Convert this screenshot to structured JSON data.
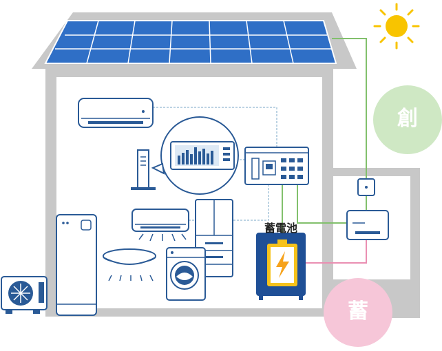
{
  "labels": {
    "create": "創",
    "store": "蓄",
    "battery": "蓄電池"
  },
  "colors": {
    "house_gray": "#c8c8c8",
    "solar_blue": "#2f6fc6",
    "appliance_blue": "#2a5a96",
    "battery_blue": "#1f4f96",
    "battery_yellow": "#f6c21b",
    "sun_yellow": "#f8c400",
    "green_line": "#82c06c",
    "pink_line": "#ea8fb2",
    "create_circle": "#cfe8c4",
    "store_circle": "#f6c6d8"
  },
  "icons": [
    "sun-icon",
    "solar-panel-icon",
    "air-conditioner-icon",
    "monitor-display-icon",
    "router-icon",
    "distribution-board-icon",
    "power-conditioner-icon",
    "meter-icon",
    "water-heater-icon",
    "ceiling-light-icon",
    "refrigerator-icon",
    "washing-machine-icon",
    "outdoor-unit-icon",
    "storage-battery-icon",
    "lightning-bolt-icon"
  ]
}
